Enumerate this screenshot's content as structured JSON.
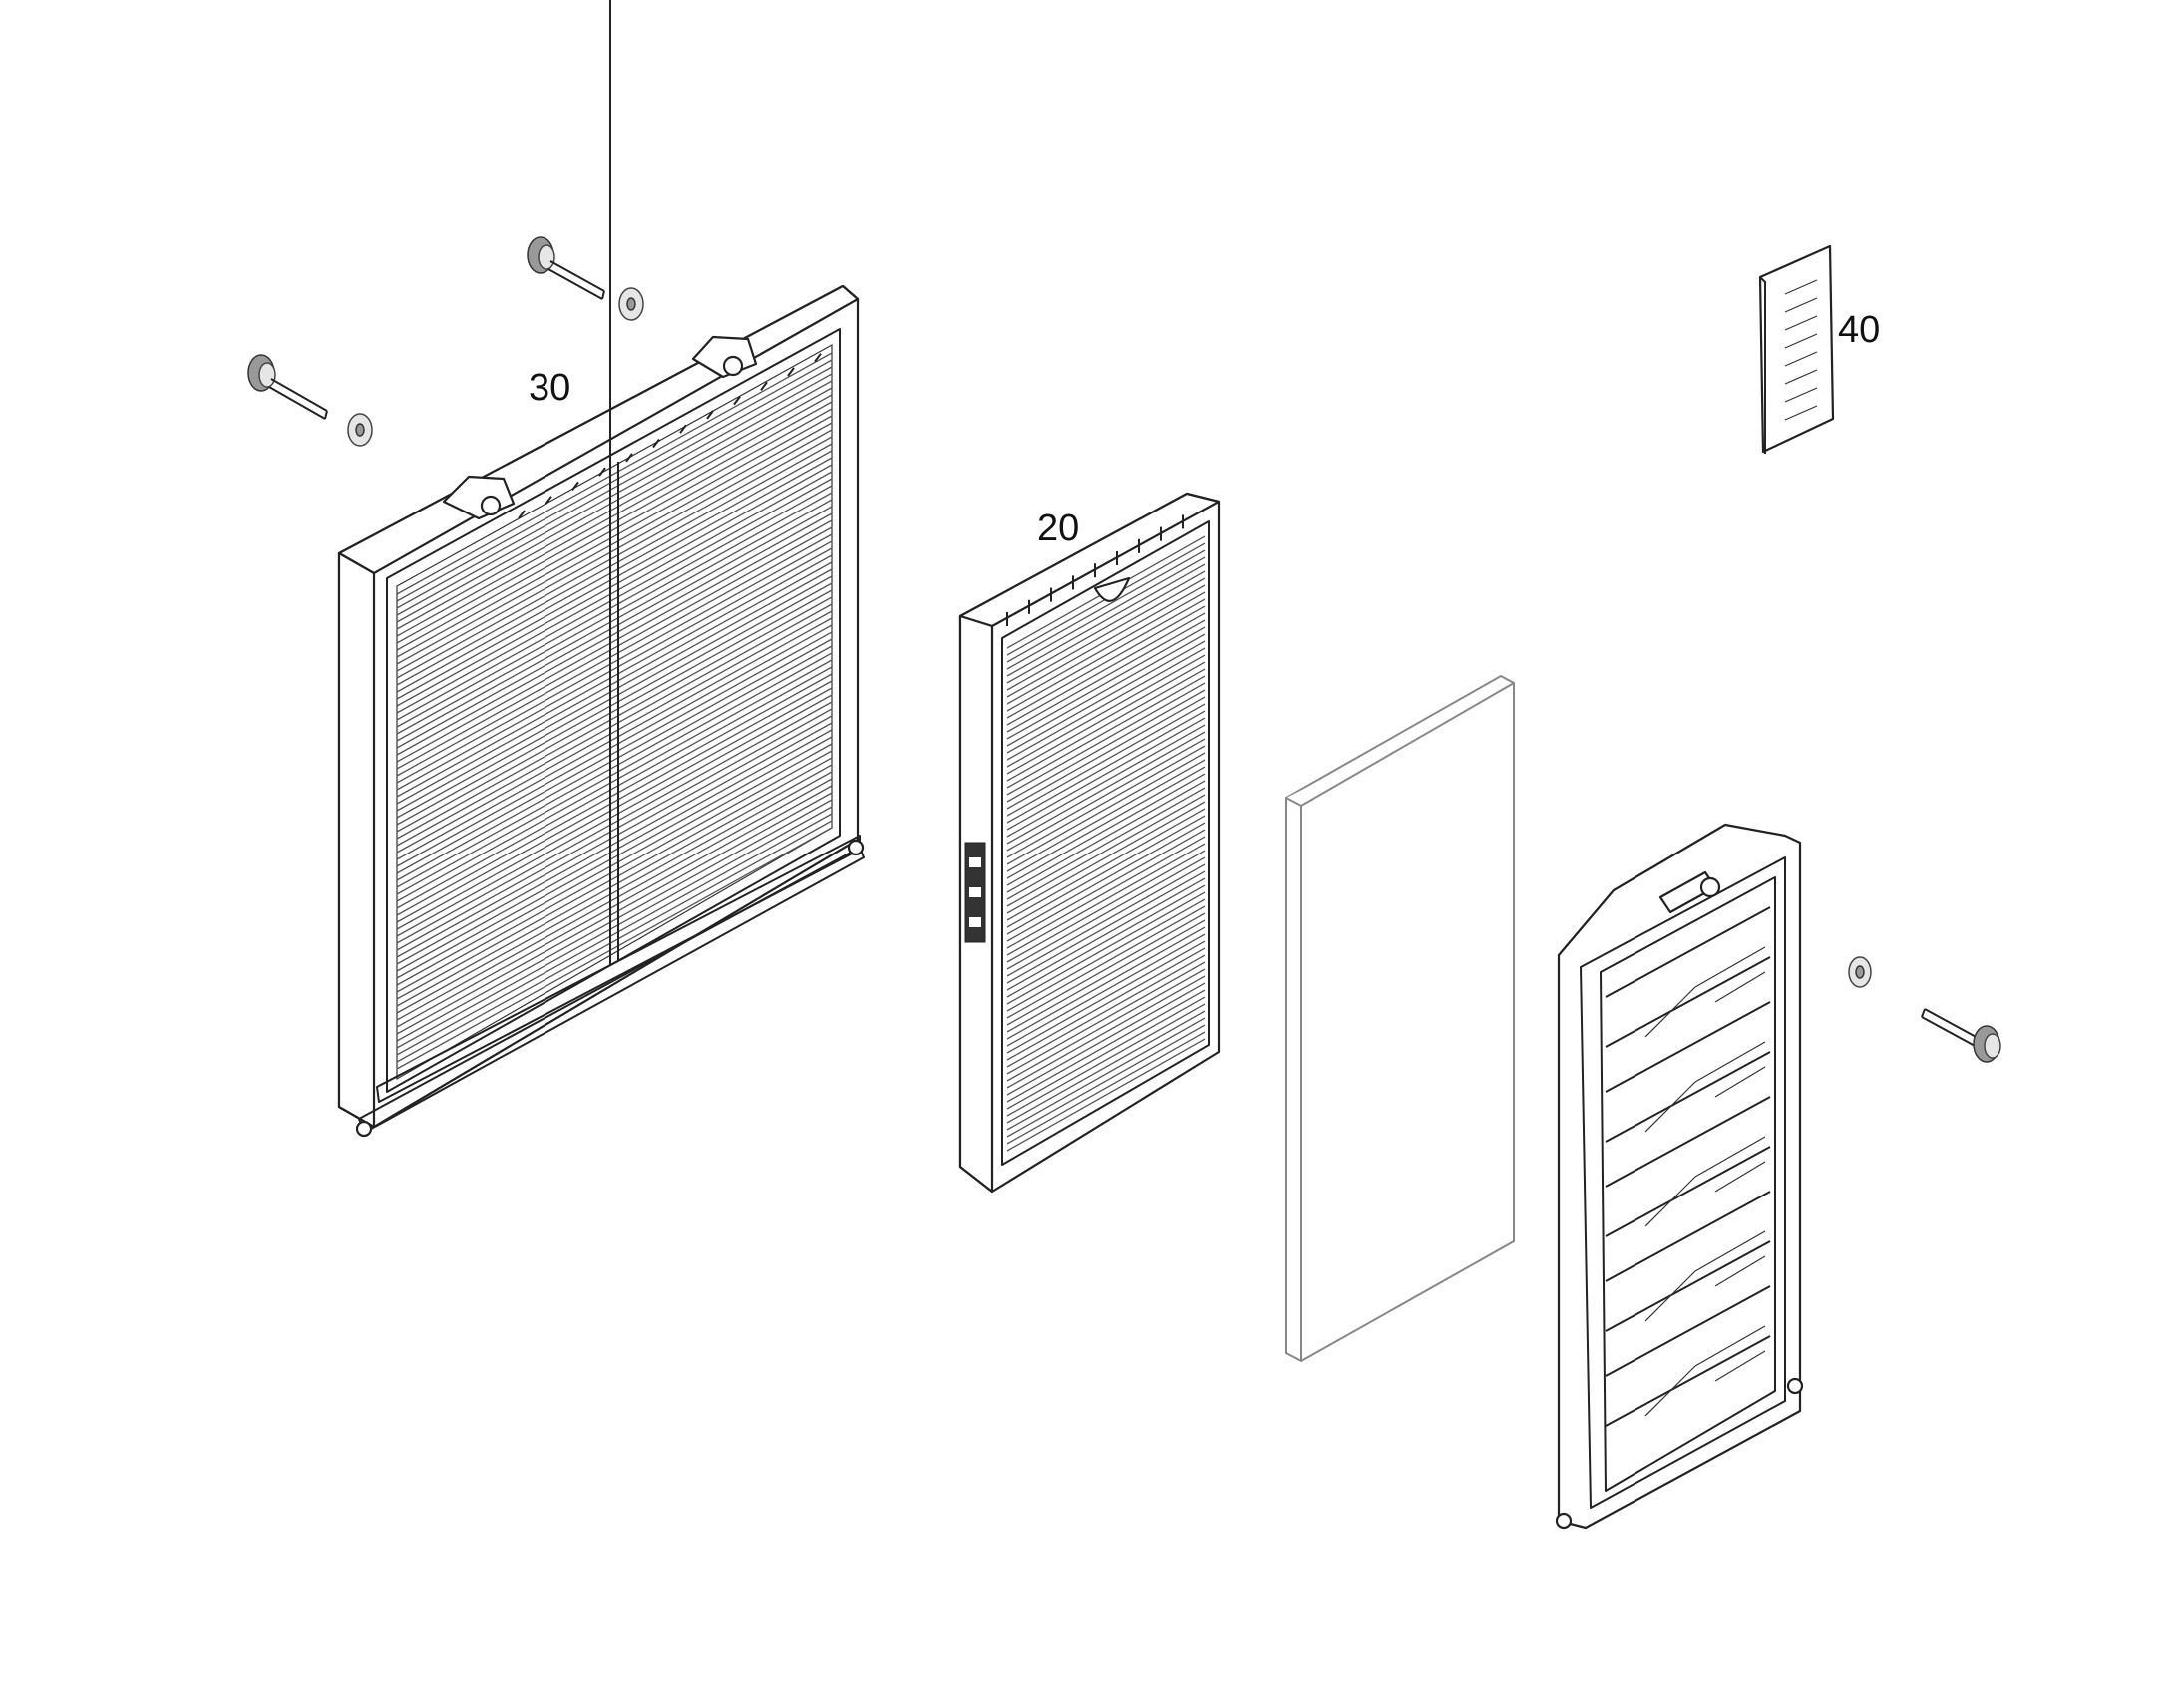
{
  "callouts": {
    "p30": "30",
    "p20": "20",
    "p40": "40"
  },
  "colors": {
    "line": "#222222",
    "mesh": "#555555",
    "light_outline": "#888888",
    "hardware": "#999999"
  }
}
